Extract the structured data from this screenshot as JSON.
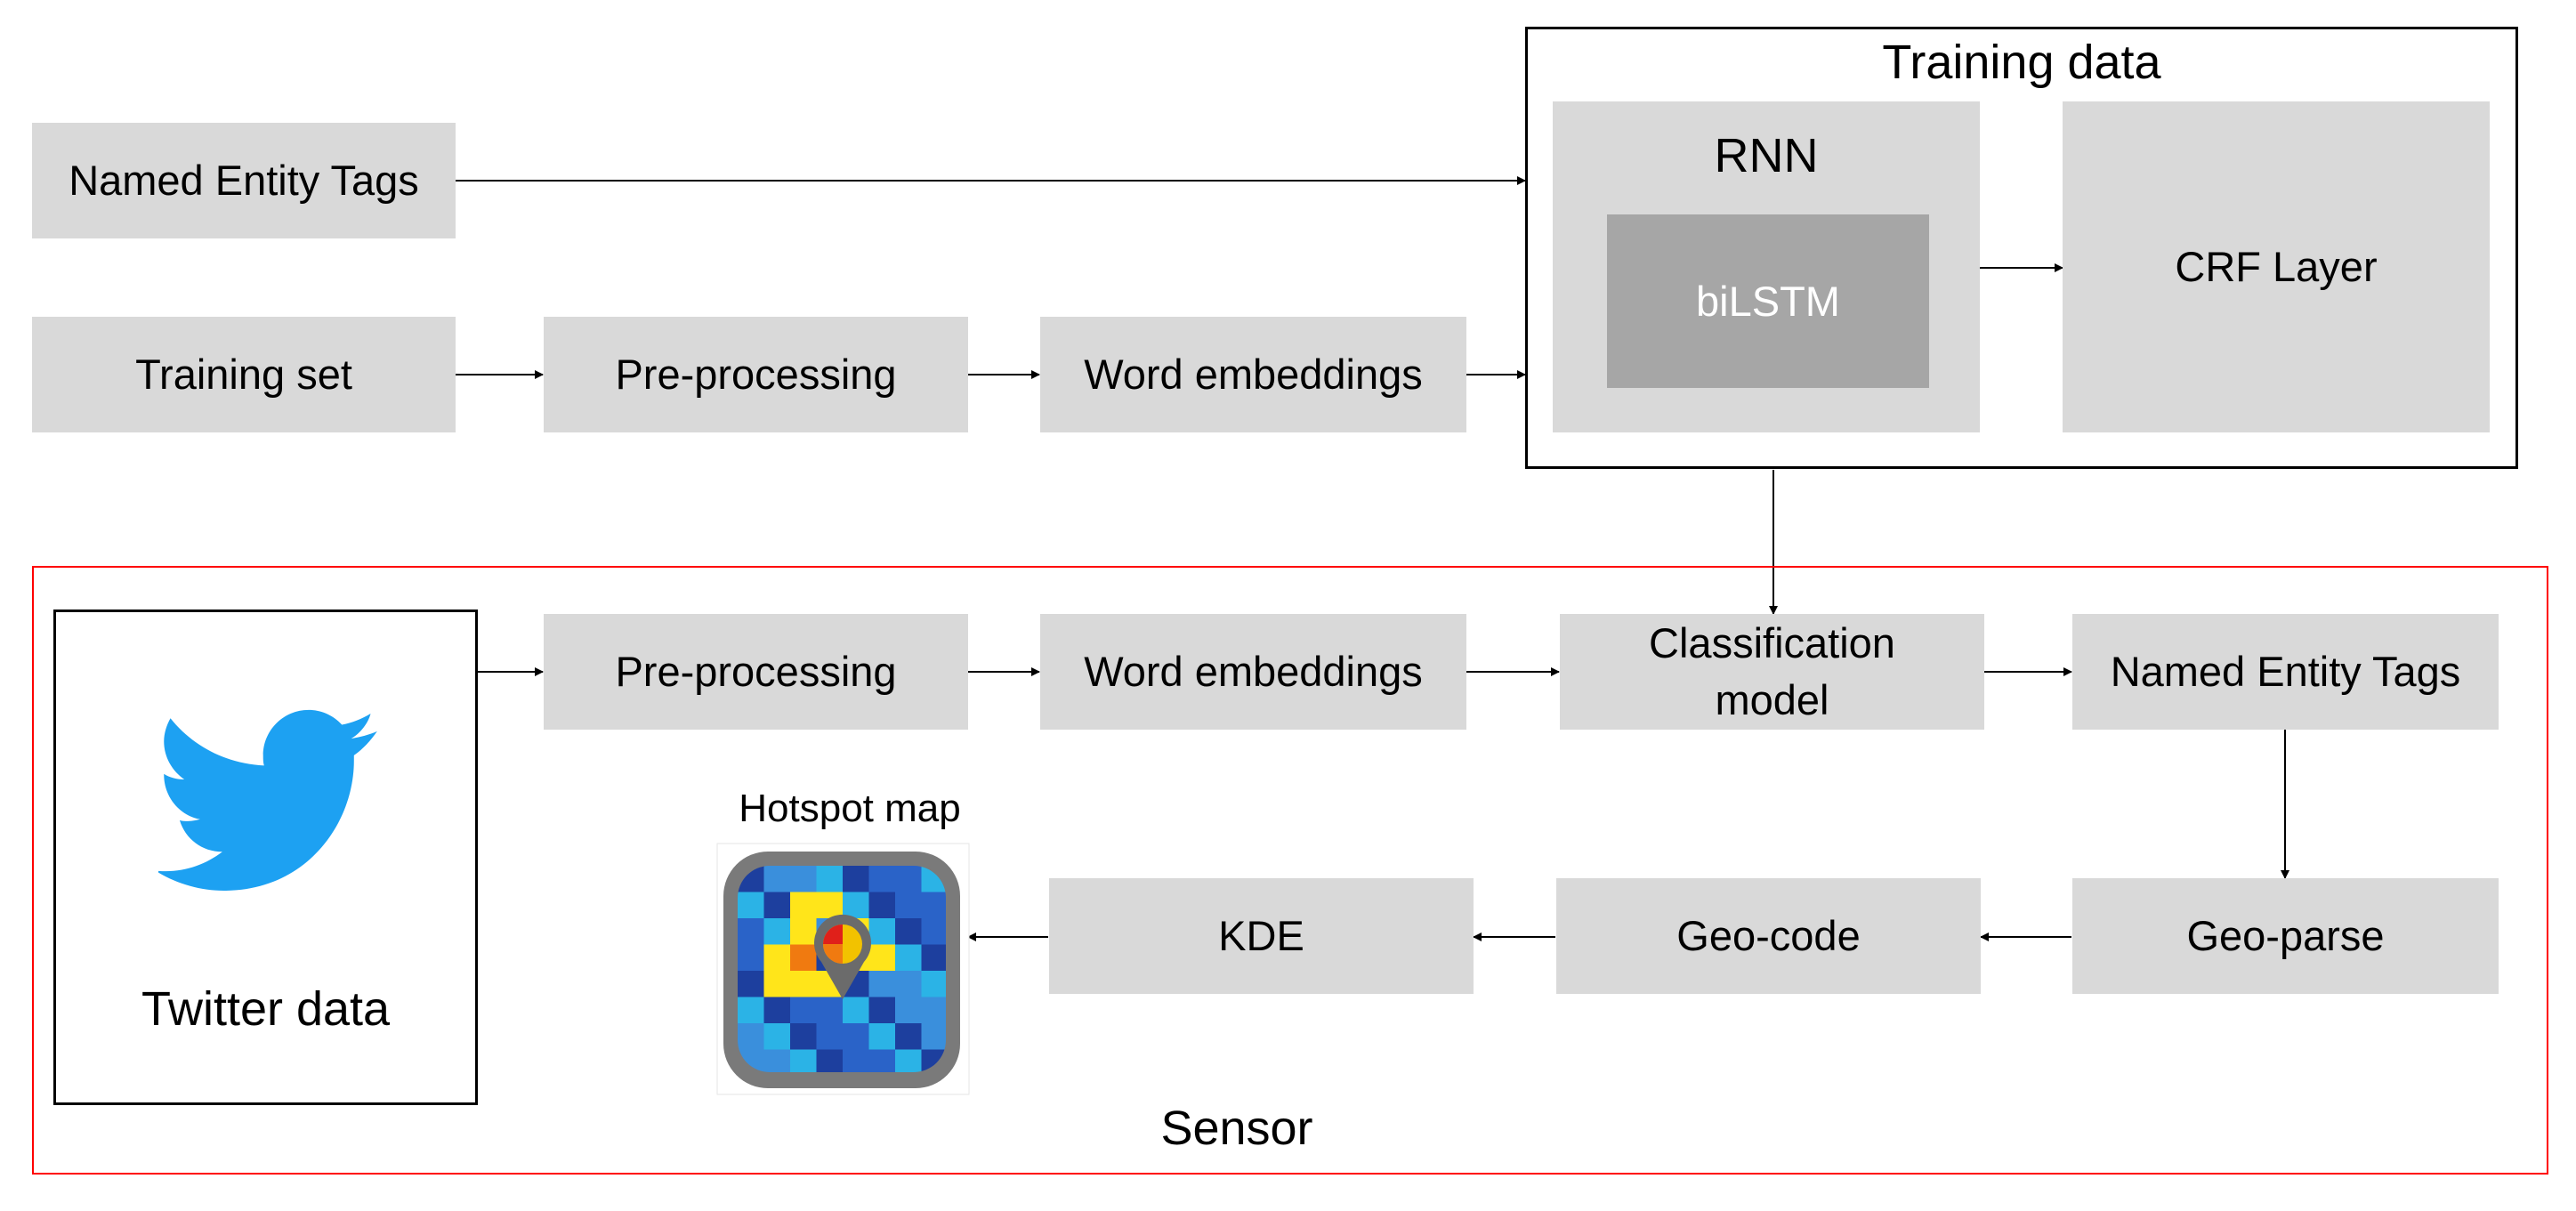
{
  "training": {
    "named_entity_tags": "Named Entity Tags",
    "training_set": "Training set",
    "preprocessing": "Pre-processing",
    "word_embeddings": "Word embeddings",
    "training_data_title": "Training data",
    "rnn": "RNN",
    "bilstm": "biLSTM",
    "crf_layer": "CRF Layer"
  },
  "sensor": {
    "title": "Sensor",
    "title_color": "#ff0000",
    "twitter_data": "Twitter data",
    "twitter_icon": "twitter-bird-icon",
    "twitter_color": "#1da1f2",
    "preprocessing": "Pre-processing",
    "word_embeddings": "Word embeddings",
    "classification_model": "Classification model",
    "named_entity_tags": "Named Entity Tags",
    "geo_parse": "Geo-parse",
    "geo_code": "Geo-code",
    "kde": "KDE",
    "hotspot_map": "Hotspot map",
    "hotspot_icon": "hotspot-map-icon"
  }
}
